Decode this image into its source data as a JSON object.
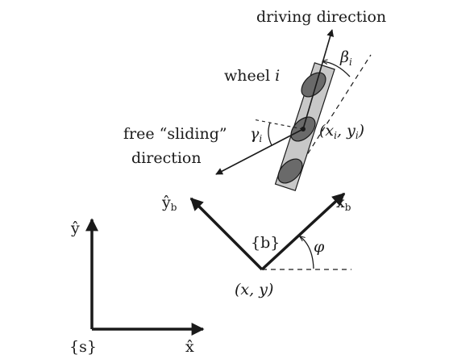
{
  "labels": {
    "driving_direction": "driving direction",
    "wheel_word": "wheel",
    "wheel_index": "i",
    "beta": "β",
    "beta_sub": "i",
    "gamma": "γ",
    "gamma_sub": "i",
    "sliding_line1": "free “sliding”",
    "sliding_line2": "direction",
    "point_xi_yi": "(x",
    "point_xi_sub": "i",
    "point_yi": ", y",
    "point_yi_sub": "i",
    "point_close": ")",
    "yb_hat": "ŷ",
    "yb_sub": "b",
    "xb_hat": "x̂",
    "xb_sub": "b",
    "body_frame": "{b}",
    "phi": "φ",
    "origin_xy": "(x, y)",
    "ys_hat": "ŷ",
    "space_frame": "{s}",
    "xs_hat": "x̂"
  },
  "colors": {
    "ink": "#1a1a1a",
    "chassis_fill": "#c8c8c8",
    "wheel_fill": "#6a6a6a"
  }
}
